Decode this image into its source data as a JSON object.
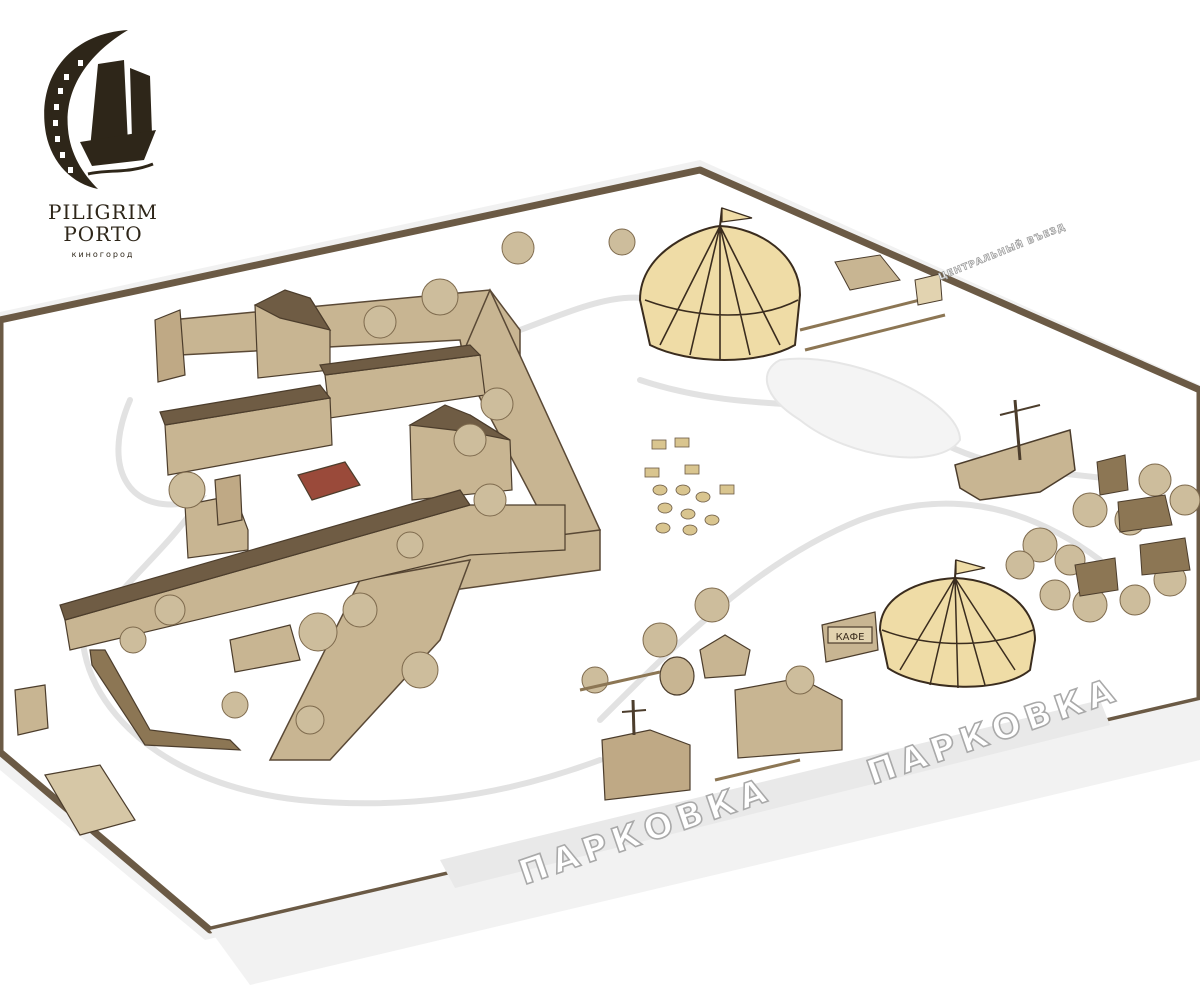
{
  "logo": {
    "line1": "PILIGRIM",
    "line2": "PORTO",
    "subtitle": "киногород",
    "icon": "film-reel-ship-icon"
  },
  "labels": {
    "parking_left": "ПАРКОВКА",
    "parking_right": "ПАРКОВКА",
    "cafe_sign": "КАФЕ",
    "gate_sign": "ЦЕНТРАЛЬНЫЙ ВЪЕЗД"
  },
  "colors": {
    "border": "#6b5a45",
    "ground": "#ffffff",
    "wood": "#c8b592",
    "wood_dark": "#8c7654",
    "roof": "#6f5c44",
    "tent": "#efdca6",
    "tent_line": "#3a2c1e",
    "tree": "#cdbd9c",
    "path": "#ececec",
    "red_stage": "#9a4a3a"
  }
}
